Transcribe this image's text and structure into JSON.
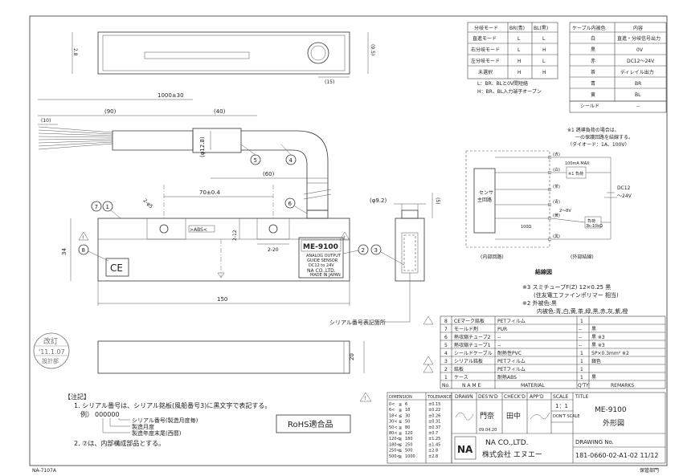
{
  "mode_table": {
    "headers": [
      "分岐モード",
      "BR(青)",
      "BL(黒)"
    ],
    "rows": [
      [
        "直進モード",
        "L",
        "L"
      ],
      [
        "右分岐モード",
        "L",
        "H"
      ],
      [
        "左分岐モード",
        "H",
        "L"
      ],
      [
        "未選択",
        "H",
        "H"
      ]
    ],
    "note_l": "L：BR、BLと0V間短絡",
    "note_h": "H：BR、BL入力端子オープン"
  },
  "cable_table": {
    "headers": [
      "ケーブル内被色",
      "内容"
    ],
    "rows": [
      [
        "白",
        "直進・分岐信号出力"
      ],
      [
        "黒",
        "0V"
      ],
      [
        "赤",
        "DC12～24V"
      ],
      [
        "茶",
        "ディレイル出力"
      ],
      [
        "青",
        "BR"
      ],
      [
        "黄",
        "BL"
      ],
      [
        "シールド",
        "--"
      ]
    ]
  },
  "dimensions": {
    "d_2_8": "2.8",
    "d_9_5": "(9.5)",
    "d_15": "(15)",
    "d_1000": "1000±30",
    "d_90": "(90)",
    "d_10": "(10)",
    "d_40": "(40)",
    "d_60": "(60)",
    "d_phi12_8": "(φ12.8)",
    "d_70": "70±0.4",
    "d_2phi5": "2-φ5",
    "d_phi9_2": "(φ9.2)",
    "d_5": "(5)",
    "d_2_12": "2-12",
    "d_2_20": "2-20",
    "d_34": "34",
    "d_150": "150",
    "d_20": "20",
    "abs": ">ABS<"
  },
  "balloons": [
    "1",
    "2",
    "3",
    "4",
    "5",
    "6",
    "7",
    "8"
  ],
  "label_plate": {
    "model": "ME-9100",
    "line1": "ANALOG OUTPUT",
    "line2": "GUIDE SENSOR",
    "line3": "DC12 to 24V",
    "maker": "NA CO.,LTD.",
    "made": "MADE IN JAPAN"
  },
  "serial_callout": "シリアル番号表記箇所",
  "circuit": {
    "note1": "※1 誘導負荷の場合は、",
    "note2": "一の保護回路を結線する。",
    "note3": "（ダイオード：1A、100V）",
    "sensor1": "センサ",
    "sensor2": "主回路",
    "wires": [
      "(赤)",
      "(白)",
      "(茶)",
      "(青)",
      "(黄)",
      "(黒)"
    ],
    "max": "100mA MAX",
    "relay": "※1 負荷",
    "v_label": "2～8V",
    "res": "100Ω",
    "load2a": "負荷",
    "load2b": "3k-10kΩ",
    "supply1": "DC12",
    "supply2": "～24V",
    "inner": "(内部回路)",
    "outer": "(外部結線)",
    "title": "結線図"
  },
  "notes_right": {
    "n3a": "※3 スミチューブF(Z) 12×0.25 黒",
    "n3b": "(住友電工ファインポリマー 相当)",
    "n2a": "※2 外被色:黒",
    "n2b": "内被色:青,白,黄,茶,緑,黒,赤,灰,紫,橙"
  },
  "parts": {
    "rows": [
      {
        "no": "8",
        "name": "CEマーク銘板",
        "mat": "PETフィルム",
        "qty": "1",
        "rem": ""
      },
      {
        "no": "7",
        "name": "モールド剤",
        "mat": "PUR",
        "qty": "--",
        "rem": "黒"
      },
      {
        "no": "6",
        "name": "熱収縮チューブ2",
        "mat": "--",
        "qty": "--",
        "rem": "黒 ※3"
      },
      {
        "no": "5",
        "name": "熱収縮チューブ1",
        "mat": "--",
        "qty": "--",
        "rem": "黒 ※3"
      },
      {
        "no": "4",
        "name": "シールドケーブル",
        "mat": "耐熱性PVC",
        "qty": "1",
        "rem": "5P×0.3mm² ※2"
      },
      {
        "no": "3",
        "name": "シリアル銘板",
        "mat": "PETフィルム",
        "qty": "1",
        "rem": "銀色"
      },
      {
        "no": "2",
        "name": "銘板",
        "mat": "PETフィルム",
        "qty": "1",
        "rem": ""
      },
      {
        "no": "1",
        "name": "ケース",
        "mat": "耐熱ABS",
        "qty": "1",
        "rem": "黒"
      }
    ],
    "header": {
      "no": "No.",
      "name": "N A M E",
      "mat": "MATERIAL",
      "qty": "Q'TY",
      "rem": "REMARKS"
    }
  },
  "tolerance": {
    "h1": "DIMENSION",
    "h2": "TOLERANCE",
    "rows": [
      [
        "0<",
        "≦",
        "6",
        "±0.15"
      ],
      [
        "6<",
        "≦",
        "18",
        "±0.22"
      ],
      [
        "18<",
        "≦",
        "30",
        "±0.26"
      ],
      [
        "30<",
        "≦",
        "50",
        "±0.31"
      ],
      [
        "50<",
        "≦",
        "80",
        "±0.37"
      ],
      [
        "80<",
        "≦",
        "120",
        "±0.7"
      ],
      [
        "120<",
        "≦",
        "180",
        "±1.25"
      ],
      [
        "180<",
        "≦",
        "250",
        "±1.45"
      ],
      [
        "250<",
        "≦",
        "500",
        "±2.8"
      ],
      [
        "500<",
        "≦",
        "1000",
        "±2.8"
      ]
    ]
  },
  "titleblock": {
    "drawn": "DRAWN",
    "desnd": "DES'N'D",
    "checkd": "CHECK'D",
    "appd": "APP'D",
    "scale": "SCALE",
    "title": "TITLE",
    "scale_val": "1：1",
    "dont_scale": "DON'T SCALE",
    "name1": "ME-9100",
    "name2": "外形図",
    "date": "09.04.20",
    "stamp_desnd": "門奈",
    "stamp_check": "田中",
    "company_en": "NA CO.,LTD.",
    "company_jp": "株式会社 エヌエー",
    "logo": "NA",
    "drawing_no_label": "DRAWING No.",
    "drawing_no": "181-0660-02-A1-02 11/12"
  },
  "stamp": {
    "top": "改訂",
    "date": "'11.1.07",
    "bottom": "設計部"
  },
  "notes_left": {
    "head": "【注記】",
    "n1": "1. シリアル番号は、シリアル銘板(風船番号3)に黒文字で表記する。",
    "ex": "例）",
    "digits": "000000",
    "l1": "シリアル番号(製造月度毎)",
    "l2": "製造月度",
    "l3": "製造年度末尾(西暦)",
    "n2": "2. ⑦は、内部構成部品とする。"
  },
  "rohs": "RoHS適合品",
  "footer_left": "NA-7107A",
  "footer_right": "保管部門"
}
